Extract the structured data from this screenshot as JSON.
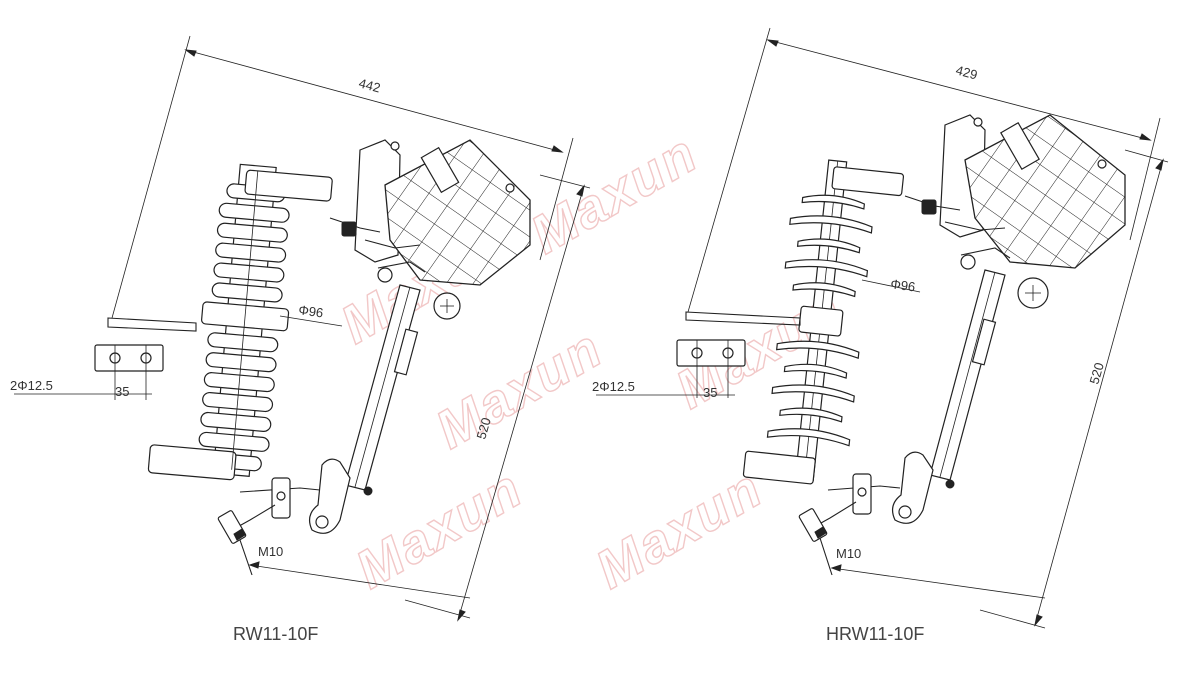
{
  "watermark": "Maxun",
  "drawings": [
    {
      "caption": "RW11-10F",
      "dims": {
        "width": "442",
        "height": "520",
        "insulator_dia": "Φ96",
        "holes": "2Φ12.5",
        "spacing": "35",
        "bolt": "M10"
      }
    },
    {
      "caption": "HRW11-10F",
      "dims": {
        "width": "429",
        "height": "520",
        "insulator_dia": "Φ96",
        "holes": "2Φ12.5",
        "spacing": "35",
        "bolt": "M10"
      }
    }
  ]
}
